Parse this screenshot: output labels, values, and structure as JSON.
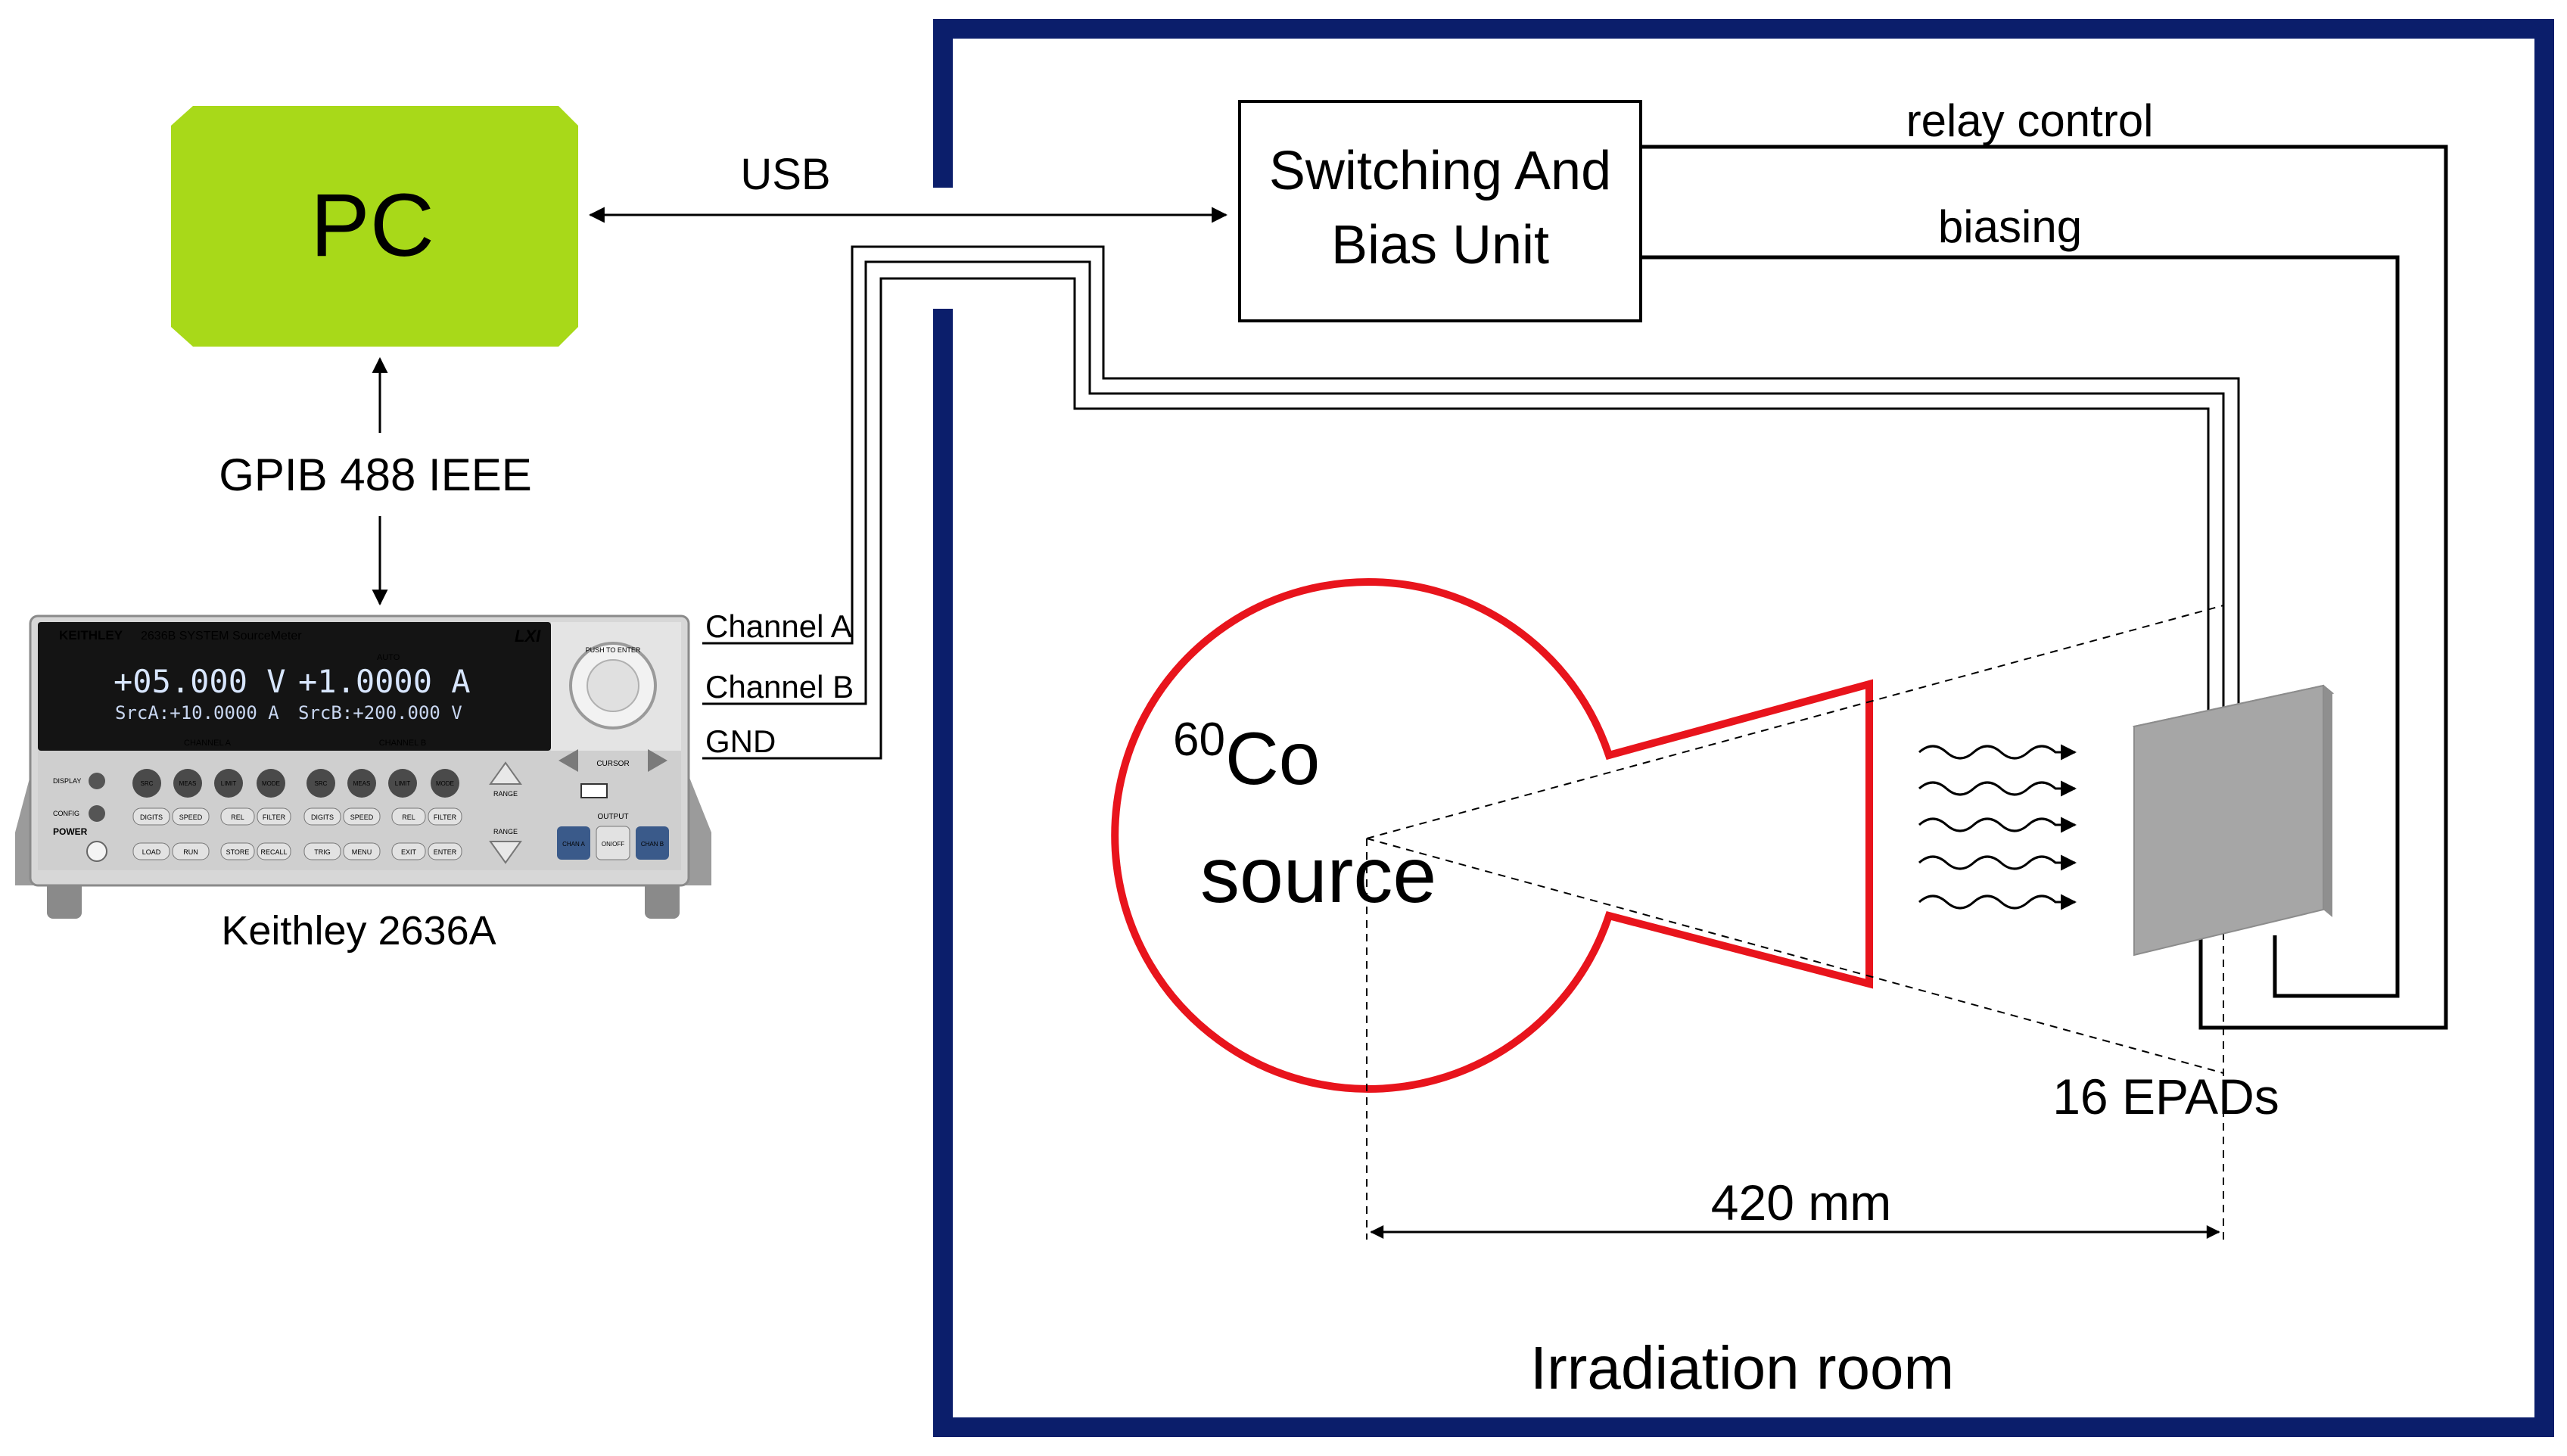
{
  "pc": {
    "label": "PC",
    "color": "#a8d919"
  },
  "links": {
    "usb": "USB",
    "gpib": "GPIB 488 IEEE",
    "relay_control": "relay control",
    "biasing": "biasing",
    "channel_a": "Channel A",
    "channel_b": "Channel B",
    "gnd": "GND"
  },
  "switch_unit": {
    "line1": "Switching And",
    "line2": "Bias Unit"
  },
  "instrument": {
    "caption": "Keithley 2636A",
    "brand": "KEITHLEY",
    "model": "2636B SYSTEM SourceMeter",
    "lxi": "LXI",
    "display_main_a": "+05.000 V",
    "display_main_b": "+1.0000 A",
    "display_sub_a": "SrcA:+10.0000 A",
    "display_sub_b": "SrcB:+200.000 V",
    "auto": "AUTO",
    "channel_a_label": "CHANNEL A",
    "channel_b_label": "CHANNEL B",
    "knob_text": "PUSH TO ENTER",
    "cursor": "CURSOR",
    "range": "RANGE",
    "output": "OUTPUT",
    "power": "POWER",
    "display_key": "DISPLAY",
    "config_key": "CONFIG",
    "keys_top": [
      "SRC",
      "MEAS",
      "LIMIT",
      "MODE",
      "SRC",
      "MEAS",
      "LIMIT",
      "MODE"
    ],
    "keys_mid": [
      "DIGITS",
      "SPEED",
      "REL",
      "FILTER",
      "DIGITS",
      "SPEED",
      "REL",
      "FILTER"
    ],
    "keys_bot": [
      "LOAD",
      "RUN",
      "STORE",
      "RECALL",
      "TRIG",
      "MENU",
      "EXIT",
      "ENTER"
    ],
    "chan_a": "CHAN A",
    "on_off": "ON/OFF",
    "chan_b": "CHAN B"
  },
  "source": {
    "isotope_mass": "60",
    "element": "Co",
    "line2": "source",
    "color": "#e8141c"
  },
  "detector": {
    "label": "16 EPADs",
    "color": "#a6a6a6"
  },
  "distance": {
    "label": "420 mm"
  },
  "room": {
    "label": "Irradiation room",
    "border_color": "#0b1e6b"
  }
}
